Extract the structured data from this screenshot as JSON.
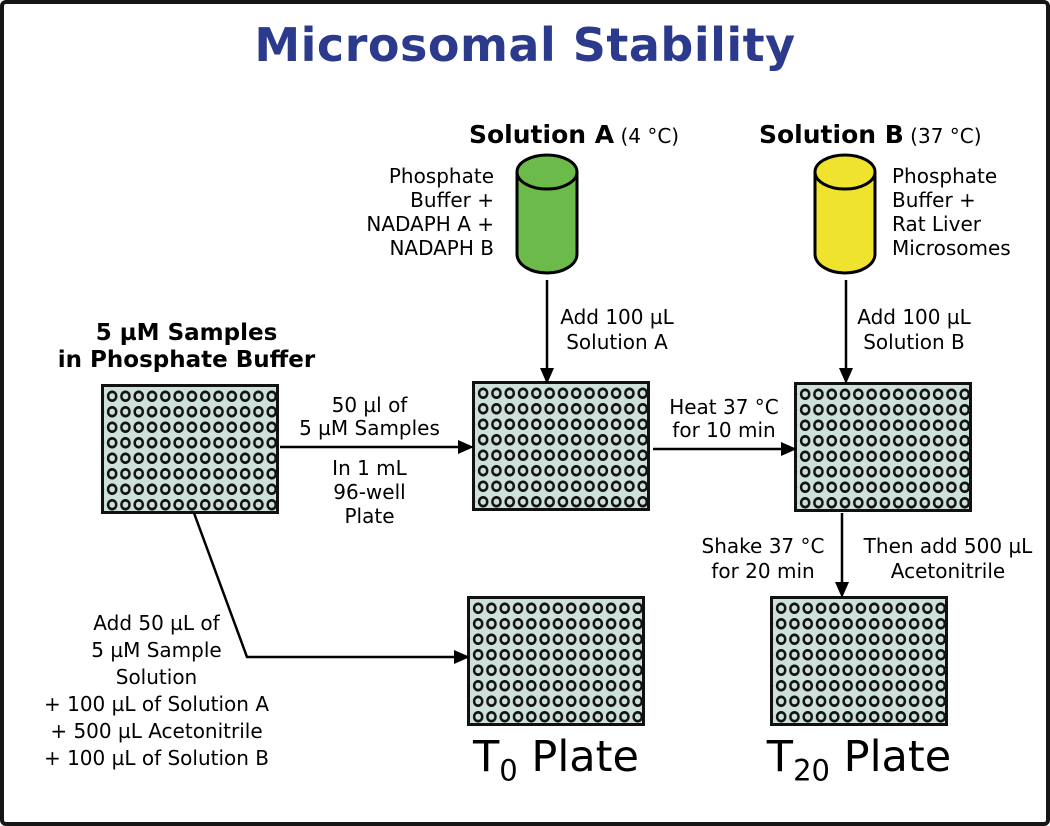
{
  "title": "Microsomal Stability",
  "colors": {
    "title_color": "#2B3A8C",
    "solution_a_fill": "#6CBA4A",
    "solution_b_fill": "#F0E32E",
    "plate_fill": "#CDE1DA",
    "line_color": "#000000"
  },
  "solution_a": {
    "name": "Solution A",
    "temp": " (4 °C)",
    "contents": "Phosphate\nBuffer +\nNADAPH A +\nNADAPH B"
  },
  "solution_b": {
    "name": "Solution B",
    "temp": " (37 °C)",
    "contents": "Phosphate\nBuffer +\nRat Liver\nMicrosomes"
  },
  "sample_source": {
    "label": "5 µM Samples\nin Phosphate Buffer"
  },
  "labels": {
    "add_solution_a": "Add 100 µL\nSolution A",
    "add_solution_b": "Add 100 µL\nSolution B",
    "transfer_amount": "50 µl of\n5 µM Samples",
    "transfer_vessel": "In 1 mL\n96-well\nPlate",
    "heat": "Heat 37 °C\nfor 10 min",
    "shake": "Shake 37 °C\nfor 20 min",
    "acetonitrile": "Then add 500 µL\nAcetonitrile",
    "t0_mix": "Add 50 µL of\n5 µM Sample\nSolution\n+ 100 µL of Solution A\n+ 500 µL Acetonitrile\n+ 100 µL of Solution B"
  },
  "plates": {
    "t0": {
      "prefix": "T",
      "subscript": "0",
      "suffix": " Plate"
    },
    "t20": {
      "prefix": "T",
      "subscript": "20",
      "suffix": " Plate"
    },
    "wells_drawn": {
      "columns": 13,
      "rows": 8
    }
  }
}
